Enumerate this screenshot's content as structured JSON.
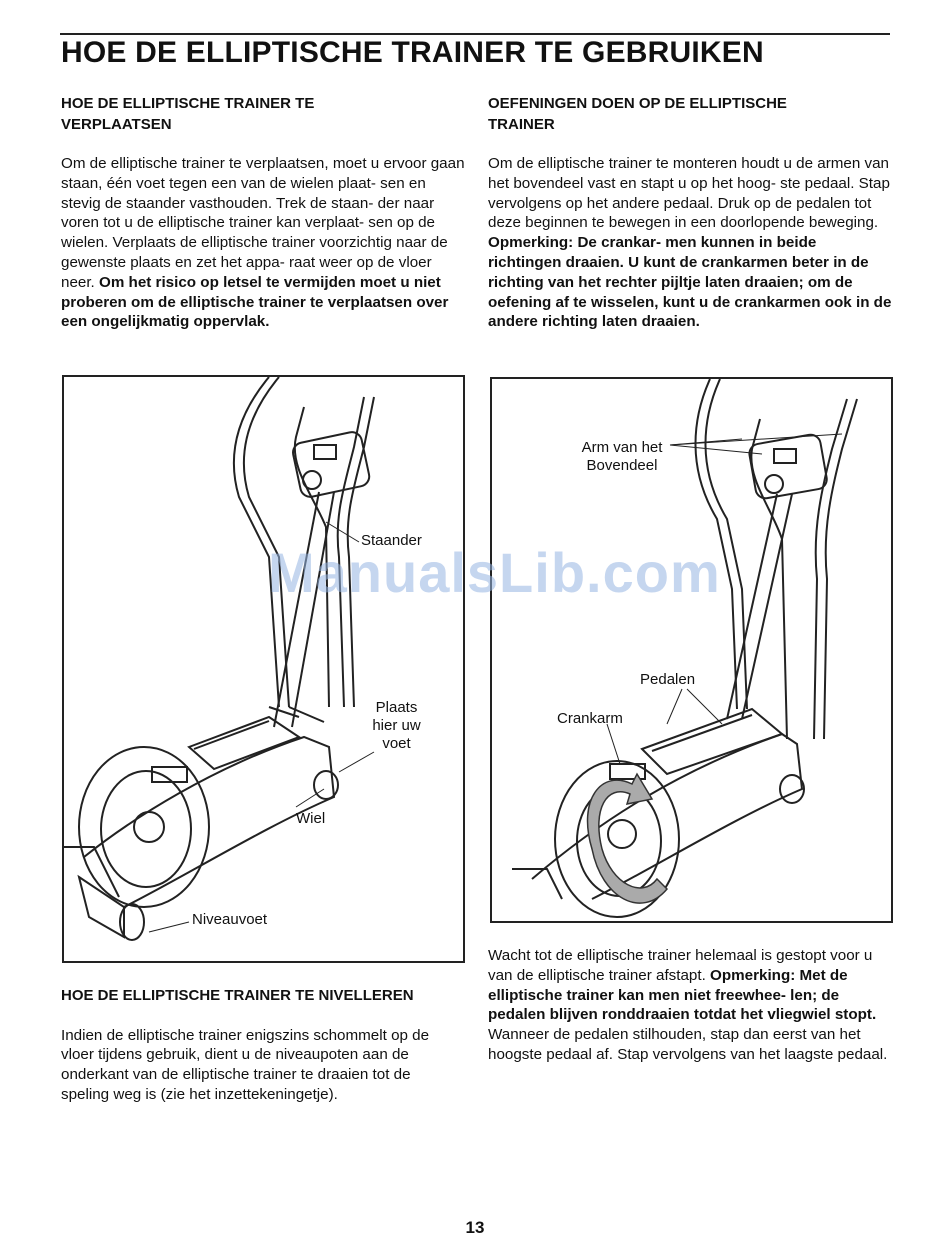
{
  "title": "HOE DE ELLIPTISCHE TRAINER TE GEBRUIKEN",
  "left": {
    "move_heading": "HOE DE ELLIPTISCHE TRAINER TE VERPLAATSEN",
    "move_text": "Om de elliptische trainer te verplaatsen, moet u ervoor gaan staan, één voet tegen een van de wielen plaat- sen en stevig de staander vasthouden. Trek de staan- der naar voren tot u de elliptische trainer kan verplaat- sen op de wielen. Verplaats de elliptische trainer voorzichtig naar de gewenste plaats en zet het appa- raat weer op de vloer neer.",
    "move_warning": "Om het risico op letsel te vermijden moet u niet proberen om de elliptische trainer te verplaatsen over een ongelijkmatig oppervlak.",
    "level_heading": "HOE DE ELLIPTISCHE TRAINER TE NIVELLEREN",
    "level_text": "Indien de elliptische trainer enigszins schommelt op de vloer tijdens gebruik, dient u de niveaupoten aan de onderkant van de elliptische trainer te draaien tot de speling weg is  (zie het inzettekeningetje)."
  },
  "right": {
    "exercise_heading": "OEFENINGEN DOEN OP DE ELLIPTISCHE TRAINER",
    "exercise_text": "Om de elliptische trainer te monteren houdt u de armen van het bovendeel vast en stapt u op het hoog- ste pedaal. Stap vervolgens op het andere pedaal. Druk op de pedalen tot deze beginnen te bewegen in een doorlopende beweging.",
    "exercise_note": "Opmerking: De crankar- men kunnen in beide richtingen draaien. U kunt de crankarmen beter in de richting van het rechter pijltje laten draaien; om de oefening af te wisselen, kunt u de crankarmen ook in de andere richting laten draaien.",
    "stop_text": "Wacht tot de elliptische trainer helemaal is gestopt voor u van de elliptische trainer afstapt.",
    "stop_note": "Opmerking: Met de elliptische trainer kan men niet freewhee- len; de pedalen blijven ronddraaien totdat het vliegwiel stopt.",
    "stop_text2": "Wanneer de pedalen stilhouden, stap dan eerst van het hoogste pedaal af. Stap vervolgens van het laagste pedaal."
  },
  "figure1": {
    "label_staander": "Staander",
    "label_plaats": "Plaats hier uw voet",
    "label_wiel": "Wiel",
    "label_niveauvoet": "Niveauvoet"
  },
  "figure2": {
    "label_arm": "Arm van het Bovendeel",
    "label_pedalen": "Pedalen",
    "label_crankarm": "Crankarm"
  },
  "watermark": "ManualsLib.com",
  "page_number": "13"
}
